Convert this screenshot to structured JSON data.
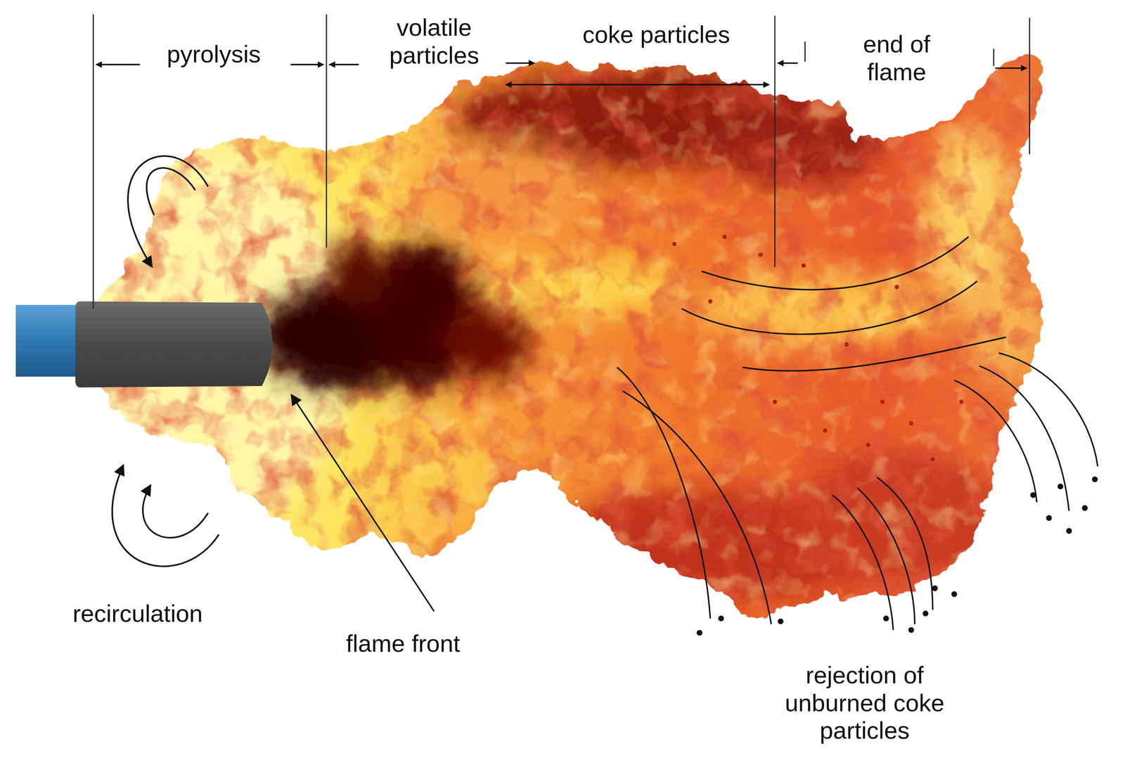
{
  "diagram": {
    "labels": [
      "pyrolysis",
      "volatile particles",
      "coke particles",
      "end of flame",
      "recirculation",
      "flame front",
      "rejection of unburned coke particles"
    ]
  }
}
